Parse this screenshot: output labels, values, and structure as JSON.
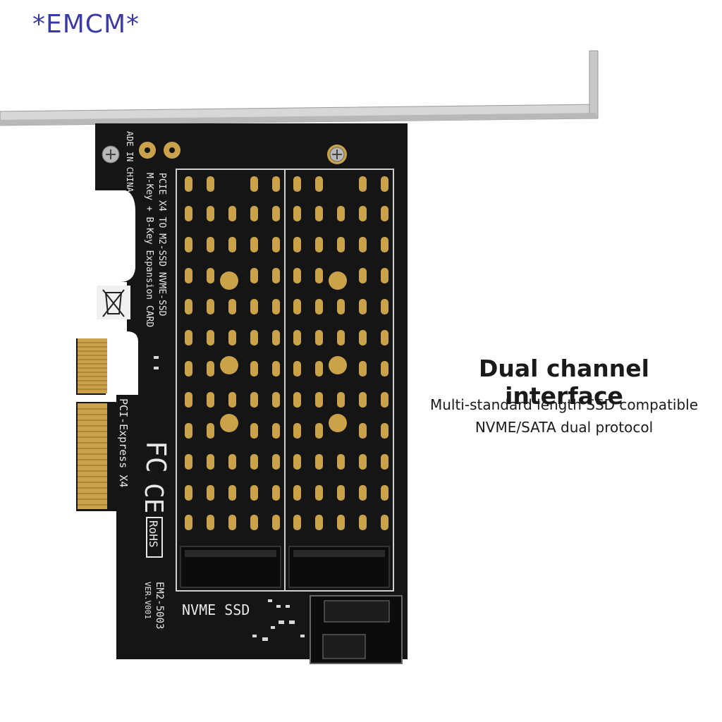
{
  "watermark": "*EMCM*",
  "caption": {
    "title": "Dual channel interface",
    "line1": "Multi-standard length SSD compatible",
    "line2": "NVME/SATA dual protocol"
  },
  "board": {
    "made_in": "ADE IN CHINA",
    "model_desc_1": "PCIE X4 TO M2-SSD NVME-SSD",
    "model_desc_2": "M-Key + B-Key Expansion CARD",
    "bus_label": "PCI-Express X4",
    "fc": "FC",
    "ce": "CE",
    "rohs": "RoHS",
    "model": "EM2-5003",
    "version": "VER.V001",
    "slot_label": "NVME SSD"
  },
  "colors": {
    "pcb": "#141414",
    "gold": "#c9a24a",
    "bracket": "#cfcfcf",
    "watermark": "#3a3aa8"
  }
}
